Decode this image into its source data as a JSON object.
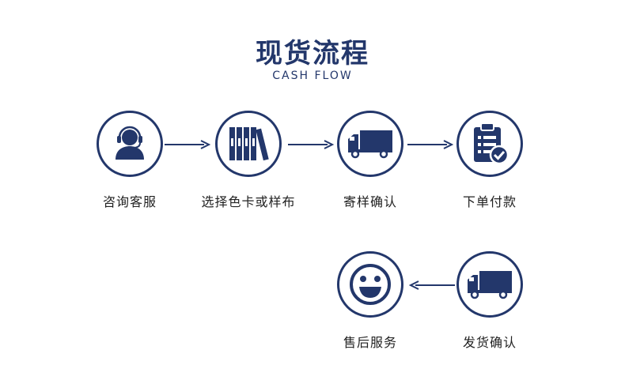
{
  "header": {
    "title": "现货流程",
    "subtitle": "CASH FLOW"
  },
  "steps": [
    {
      "label": "咨询客服",
      "icon": "customer-service-icon"
    },
    {
      "label": "选择色卡或样布",
      "icon": "binders-icon"
    },
    {
      "label": "寄样确认",
      "icon": "truck-icon"
    },
    {
      "label": "下单付款",
      "icon": "clipboard-check-icon"
    },
    {
      "label": "发货确认",
      "icon": "truck-icon"
    },
    {
      "label": "售后服务",
      "icon": "smiley-face-icon"
    }
  ],
  "colors": {
    "accent": "#23376b",
    "text": "#222222"
  }
}
